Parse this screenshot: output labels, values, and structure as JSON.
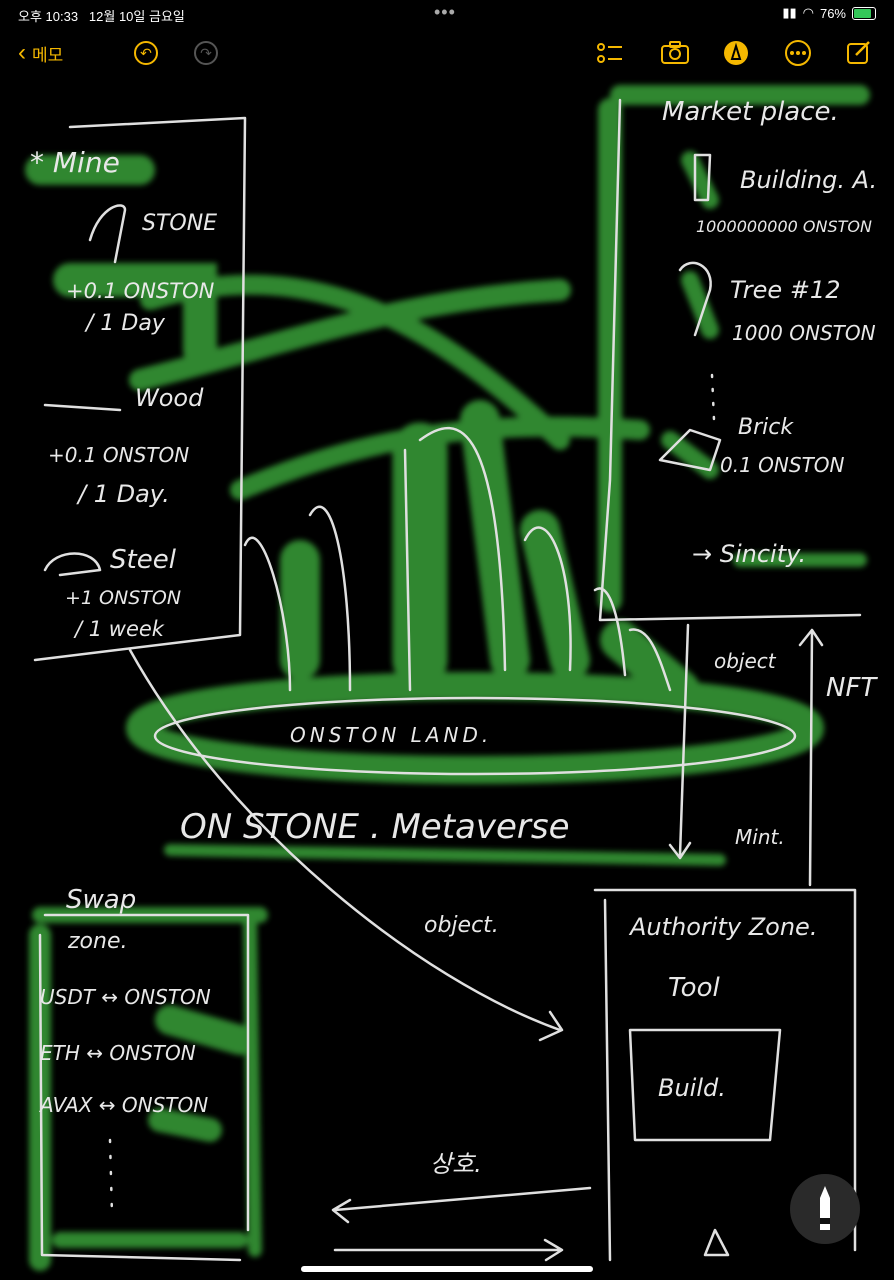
{
  "status_bar": {
    "time": "오후 10:33",
    "date": "12월 10일 금요일",
    "battery": "76%",
    "battery_level": 0.76,
    "icons": [
      "wifi-icon",
      "signal-icon",
      "battery-icon"
    ]
  },
  "toolbar": {
    "back_label": "메모",
    "accent": "#f5b800",
    "icons": [
      "undo-icon",
      "redo-icon",
      "checklist-icon",
      "camera-icon",
      "markup-icon",
      "more-icon",
      "compose-icon"
    ]
  },
  "sketch": {
    "mine_title": "* Mine",
    "mine_stone": "STONE",
    "mine_stone_rate": "+0.1 ONSTON",
    "mine_stone_period": "/ 1 Day",
    "mine_wood": "Wood",
    "mine_wood_rate": "+0.1 ONSTON",
    "mine_wood_period": "/ 1 Day.",
    "mine_steel": "Steel",
    "mine_steel_rate": "+1 ONSTON",
    "mine_steel_period": "/ 1 week",
    "market_title": "Market place.",
    "market_building": "Building. A.",
    "market_building_price": "1000000000 ONSTON",
    "market_tree": "Tree #12",
    "market_tree_price": "1000 ONSTON",
    "market_brick": "Brick",
    "market_brick_price": "0.1 ONSTON",
    "market_sincity": "→ Sincity.",
    "land_label": "ONSTON LAND.",
    "metaverse_label": "ON STONE . Metaverse",
    "object_label_1": "object",
    "object_label_2": "object.",
    "nft_label": "NFT",
    "mint_label": "Mint.",
    "swap_title": "Swap",
    "swap_zone": "zone.",
    "swap_pair_1": "USDT ↔ ONSTON",
    "swap_pair_2": "ETH ↔ ONSTON",
    "swap_pair_3": "AVAX ↔ ONSTON",
    "authority_title": "Authority Zone.",
    "authority_tool": "Tool",
    "authority_build": "Build.",
    "trade_label": "상호.",
    "highlight_color": "#3fb43f",
    "ink_color": "#e8e8e8"
  }
}
